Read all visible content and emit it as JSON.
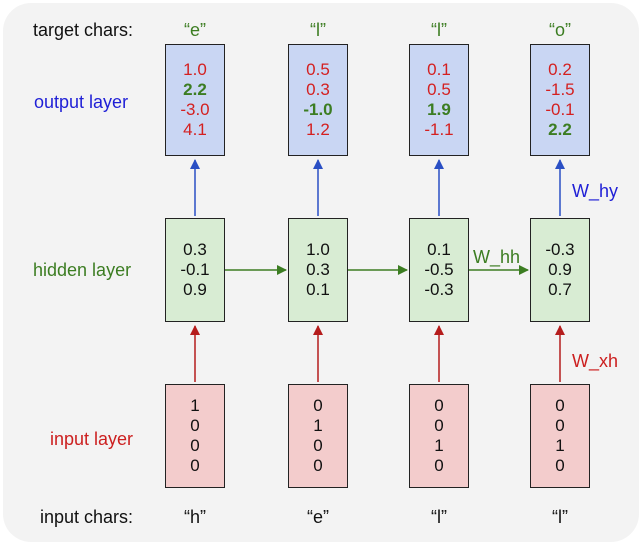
{
  "labels": {
    "target_chars": "target chars:",
    "output_layer": "output layer",
    "hidden_layer": "hidden layer",
    "input_layer": "input layer",
    "input_chars": "input chars:",
    "w_hy": "W_hy",
    "w_hh": "W_hh",
    "w_xh": "W_xh"
  },
  "target_chars": [
    "“e”",
    "“l”",
    "“l”",
    "“o”"
  ],
  "input_chars": [
    "“h”",
    "“e”",
    "“l”",
    "“l”"
  ],
  "output": [
    [
      "1.0",
      "2.2",
      "-3.0",
      "4.1"
    ],
    [
      "0.5",
      "0.3",
      "-1.0",
      "1.2"
    ],
    [
      "0.1",
      "0.5",
      "1.9",
      "-1.1"
    ],
    [
      "0.2",
      "-1.5",
      "-0.1",
      "2.2"
    ]
  ],
  "output_highlight": [
    1,
    2,
    2,
    3
  ],
  "hidden": [
    [
      "0.3",
      "-0.1",
      "0.9"
    ],
    [
      "1.0",
      "0.3",
      "0.1"
    ],
    [
      "0.1",
      "-0.5",
      "-0.3"
    ],
    [
      "-0.3",
      "0.9",
      "0.7"
    ]
  ],
  "input": [
    [
      "1",
      "0",
      "0",
      "0"
    ],
    [
      "0",
      "1",
      "0",
      "0"
    ],
    [
      "0",
      "0",
      "1",
      "0"
    ],
    [
      "0",
      "0",
      "1",
      "0"
    ]
  ],
  "colors": {
    "output_box": "#c9d6f3",
    "hidden_box": "#d8ecd3",
    "input_box": "#f3cccc",
    "blue": "#1f1fd6",
    "green": "#3c7d22",
    "red": "#cc1f1f"
  }
}
